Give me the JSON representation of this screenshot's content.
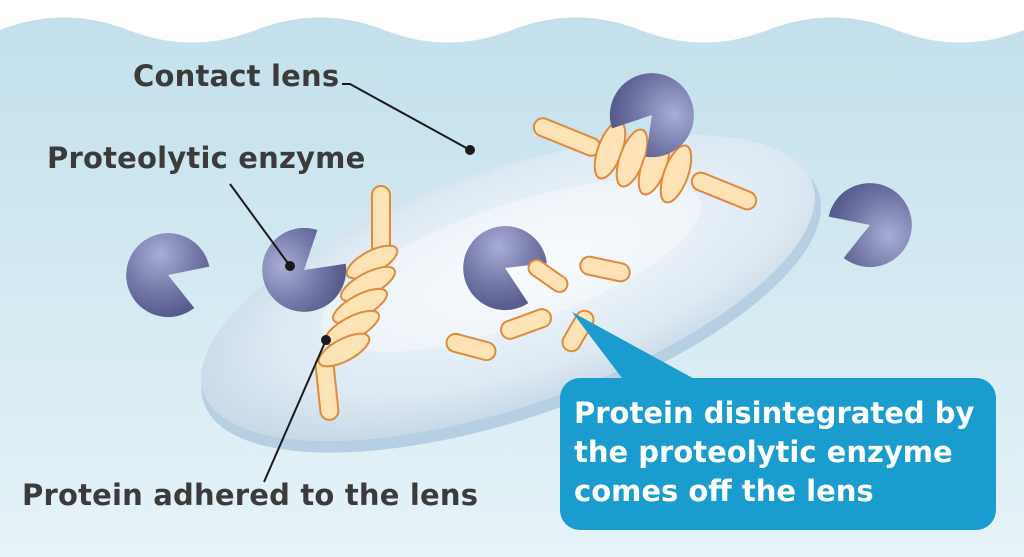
{
  "labels": {
    "contact_lens": "Contact lens",
    "proteolytic_enzyme": "Proteolytic enzyme",
    "protein_adhered": "Protein adhered to the lens"
  },
  "callout": {
    "lines": [
      "Protein disintegrated by",
      "the proteolytic enzyme",
      "comes off the lens"
    ]
  },
  "colors": {
    "water_top": "#c2e0ec",
    "water_bottom": "#e6f3f8",
    "lens": "#dce9f3",
    "enzyme": "#7479a8",
    "protein_fill": "#fde3b5",
    "protein_outline": "#e08a3c",
    "callout": "#1a9dce",
    "label_text": "#3b3b3b"
  }
}
